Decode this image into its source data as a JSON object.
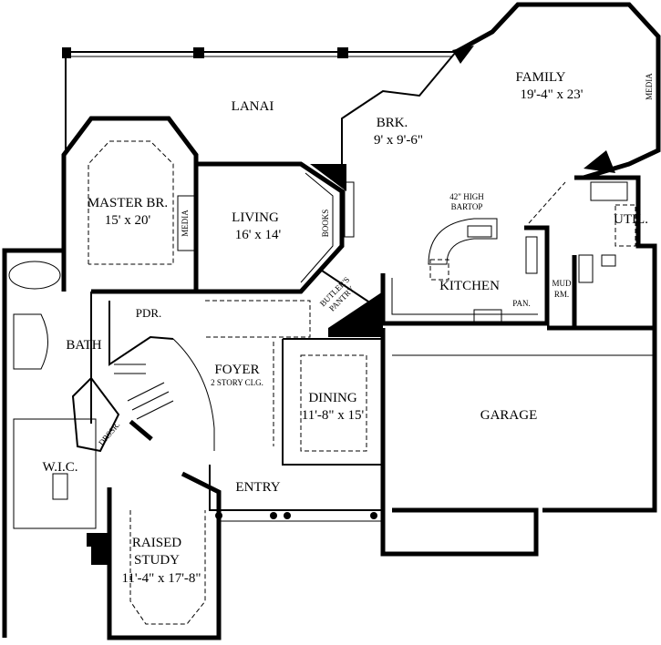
{
  "rooms": {
    "lanai": {
      "name": "LANAI"
    },
    "family": {
      "name": "FAMILY",
      "size": "19'-4\" x 23'"
    },
    "family_media": {
      "name": "MEDIA"
    },
    "breakfast": {
      "name": "BRK.",
      "size": "9' x 9'-6\""
    },
    "master": {
      "name": "MASTER BR.",
      "size": "15' x 20'"
    },
    "master_media": {
      "name": "MEDIA"
    },
    "living": {
      "name": "LIVING",
      "size": "16' x 14'"
    },
    "books": {
      "name": "BOOKS"
    },
    "bartop": {
      "line1": "42\" HIGH",
      "line2": "BARTOP"
    },
    "util": {
      "name": "UTIL."
    },
    "kitchen": {
      "name": "KITCHEN"
    },
    "mud": {
      "line1": "MUD",
      "line2": "RM."
    },
    "pantry": {
      "name": "PAN."
    },
    "butlers": {
      "line1": "BUTLER'S",
      "line2": "PANTRY"
    },
    "powder": {
      "name": "PDR."
    },
    "bath": {
      "name": "BATH"
    },
    "foyer": {
      "name": "FOYER",
      "note": "2 STORY CLG."
    },
    "dining": {
      "name": "DINING",
      "size": "11'-8\" x 15'"
    },
    "garage": {
      "name": "GARAGE"
    },
    "dresser": {
      "name": "DRSSR."
    },
    "wic": {
      "name": "W.I.C."
    },
    "entry": {
      "name": "ENTRY"
    },
    "study": {
      "line1": "RAISED",
      "line2": "STUDY",
      "size": "11'-4\" x 17'-8\""
    }
  }
}
